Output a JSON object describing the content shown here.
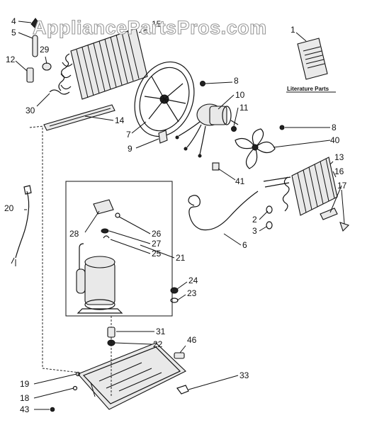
{
  "watermark": "AppliancePartsPros.com",
  "literature_label": "Literature Parts",
  "callouts": {
    "c1": "1",
    "c2": "2",
    "c3": "3",
    "c4": "4",
    "c5": "5",
    "c6": "6",
    "c7": "7",
    "c8a": "8",
    "c8b": "8",
    "c9": "9",
    "c10": "10",
    "c11": "11",
    "c12": "12",
    "c13": "13",
    "c14": "14",
    "c15": "15",
    "c16": "16",
    "c17": "17",
    "c18": "18",
    "c19": "19",
    "c20": "20",
    "c21": "21",
    "c22": "22",
    "c23": "23",
    "c24": "24",
    "c25": "25",
    "c26": "26",
    "c27": "27",
    "c28": "28",
    "c29": "29",
    "c30": "30",
    "c31": "31",
    "c33": "33",
    "c40": "40",
    "c41": "41",
    "c43": "43",
    "c46": "46"
  }
}
